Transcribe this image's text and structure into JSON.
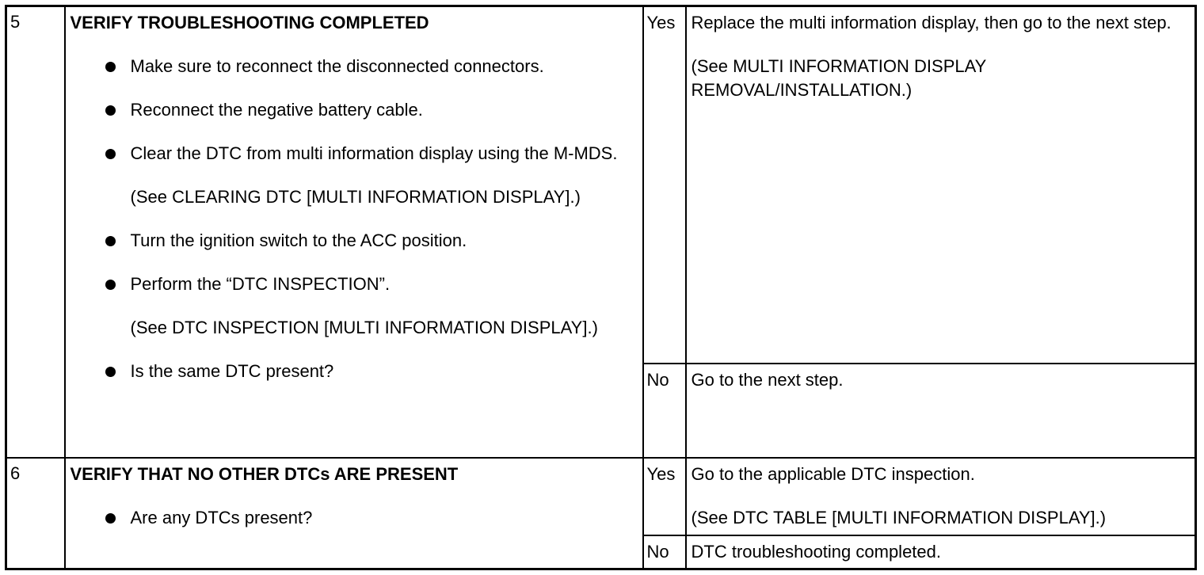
{
  "rows": [
    {
      "step": "5",
      "title": "VERIFY TROUBLESHOOTING COMPLETED",
      "bullets": [
        {
          "text": "Make sure to reconnect the disconnected connectors.",
          "note": ""
        },
        {
          "text": "Reconnect the negative battery cable.",
          "note": ""
        },
        {
          "text": "Clear the DTC from multi information display using the M-MDS.",
          "note": "(See CLEARING DTC [MULTI INFORMATION DISPLAY].)"
        },
        {
          "text": "Turn the ignition switch to the ACC position.",
          "note": ""
        },
        {
          "text": "Perform the “DTC INSPECTION”.",
          "note": "(See DTC INSPECTION [MULTI INFORMATION DISPLAY].)"
        },
        {
          "text": "Is the same DTC present?",
          "note": ""
        }
      ],
      "yes_label": "Yes",
      "yes_lines": [
        "Replace the multi information display, then go to the next step.",
        "(See MULTI INFORMATION DISPLAY REMOVAL/INSTALLATION.)"
      ],
      "no_label": "No",
      "no_lines": [
        "Go to the next step."
      ]
    },
    {
      "step": "6",
      "title": "VERIFY THAT NO OTHER DTCs ARE PRESENT",
      "bullets": [
        {
          "text": "Are any DTCs present?",
          "note": ""
        }
      ],
      "yes_label": "Yes",
      "yes_lines": [
        "Go to the applicable DTC inspection.",
        "(See DTC TABLE [MULTI INFORMATION DISPLAY].)"
      ],
      "no_label": "No",
      "no_lines": [
        "DTC troubleshooting completed."
      ]
    }
  ]
}
